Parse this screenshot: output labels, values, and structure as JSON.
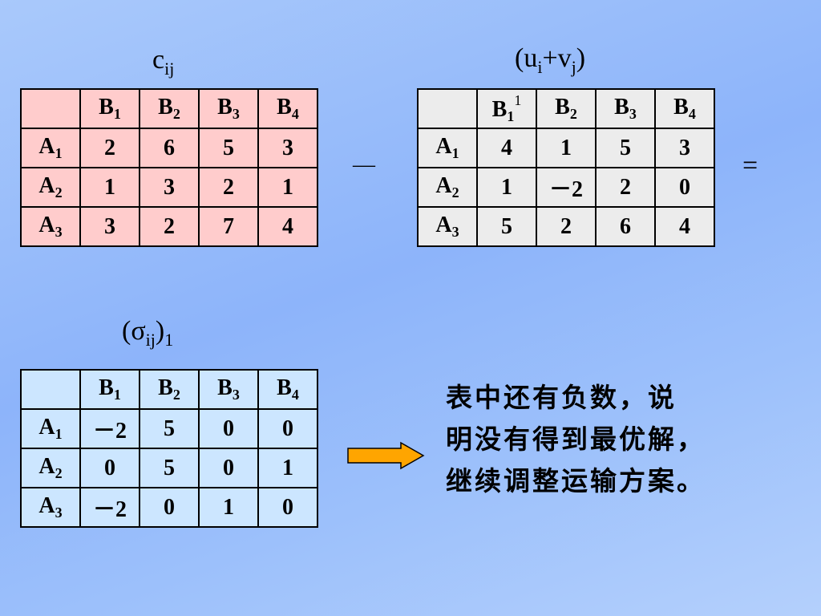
{
  "labels": {
    "c_main": "c",
    "c_sub": "ij",
    "u_open": "(u",
    "u_sub_i": "i",
    "u_plus": "+v",
    "u_sub_j": "j",
    "u_close": ")",
    "sigma_main": "(σ",
    "sigma_sub": "ij",
    "sigma_close": ")",
    "sigma_index": "1"
  },
  "operators": {
    "minus": "—",
    "equals": "="
  },
  "col_headers": [
    {
      "letter": "B",
      "sub": "1"
    },
    {
      "letter": "B",
      "sub": "2"
    },
    {
      "letter": "B",
      "sub": "3"
    },
    {
      "letter": "B",
      "sub": "4"
    }
  ],
  "row_headers": [
    {
      "letter": "A",
      "sub": "1"
    },
    {
      "letter": "A",
      "sub": "2"
    },
    {
      "letter": "A",
      "sub": "3"
    }
  ],
  "cost_table": [
    [
      "2",
      "6",
      "5",
      "3"
    ],
    [
      "1",
      "3",
      "2",
      "1"
    ],
    [
      "3",
      "2",
      "7",
      "4"
    ]
  ],
  "potential_table": {
    "b1_extra_mark": "1",
    "rows": [
      [
        "4",
        "1",
        "5",
        "3"
      ],
      [
        "1",
        "－2",
        "2",
        "0"
      ],
      [
        "5",
        "2",
        "6",
        "4"
      ]
    ]
  },
  "sigma_table": [
    [
      "－2",
      "5",
      "0",
      "0"
    ],
    [
      "0",
      "5",
      "0",
      "1"
    ],
    [
      "－2",
      "0",
      "1",
      "0"
    ]
  ],
  "note": {
    "line1": "表中还有负数，说",
    "line2": "明没有得到最优解，",
    "line3": "继续调整运输方案。"
  },
  "colors": {
    "cost_fill": "#ffcccc",
    "potential_fill": "#ececec",
    "sigma_fill": "#cce6ff",
    "arrow_fill": "#ffa500"
  }
}
